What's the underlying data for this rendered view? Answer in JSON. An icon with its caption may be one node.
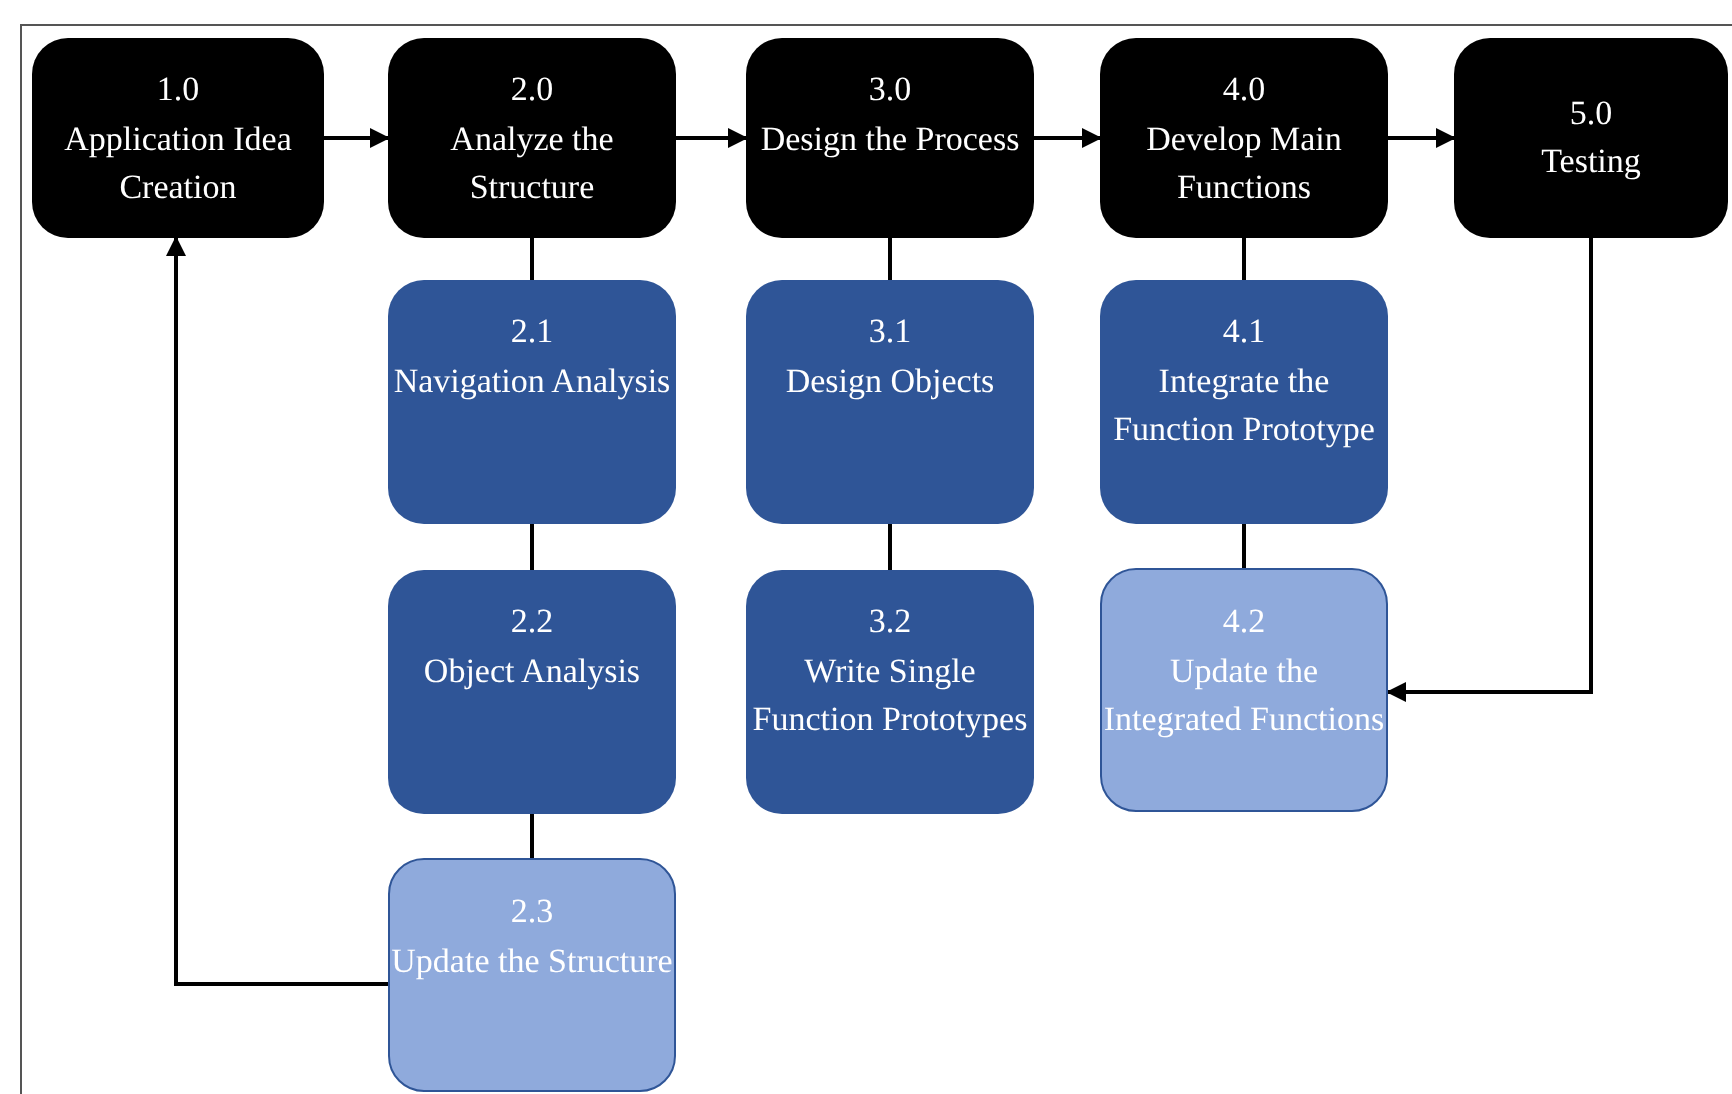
{
  "diagram": {
    "nodes": [
      {
        "text": [
          "1.0",
          "Application Idea Creation"
        ]
      },
      {
        "text": [
          "2.0",
          "Analyze the Structure"
        ]
      },
      {
        "text": [
          "3.0",
          "Design the Process"
        ]
      },
      {
        "text": [
          "4.0",
          "Develop Main Functions"
        ]
      },
      {
        "text": [
          "5.0",
          "Testing"
        ]
      },
      {
        "text": [
          "2.1",
          "Navigation Analysis"
        ]
      },
      {
        "text": [
          "2.2",
          "Object Analysis"
        ]
      },
      {
        "text": [
          "2.3",
          "Update the Structure"
        ]
      },
      {
        "text": [
          "3.1",
          "Design Objects"
        ]
      },
      {
        "text": [
          "3.2",
          "Write Single Function Prototypes"
        ]
      },
      {
        "text": [
          "4.1",
          "Integrate the Function Prototype"
        ]
      },
      {
        "text": [
          "4.2",
          "Update the Integrated Functions"
        ]
      }
    ],
    "edges": [
      {
        "from": 0,
        "to": 1,
        "arrow": "to"
      },
      {
        "from": 1,
        "to": 2,
        "arrow": "to"
      },
      {
        "from": 2,
        "to": 3,
        "arrow": "to"
      },
      {
        "from": 3,
        "to": 4,
        "arrow": "to"
      },
      {
        "from": 1,
        "to": 5,
        "arrow": "none"
      },
      {
        "from": 5,
        "to": 6,
        "arrow": "none"
      },
      {
        "from": 6,
        "to": 7,
        "arrow": "none"
      },
      {
        "from": 2,
        "to": 8,
        "arrow": "none"
      },
      {
        "from": 8,
        "to": 9,
        "arrow": "none"
      },
      {
        "from": 3,
        "to": 10,
        "arrow": "none"
      },
      {
        "from": 10,
        "to": 11,
        "arrow": "none"
      },
      {
        "from": 4,
        "to": 11,
        "arrow": "to"
      },
      {
        "from": 7,
        "to": 0,
        "arrow": "to"
      }
    ]
  }
}
